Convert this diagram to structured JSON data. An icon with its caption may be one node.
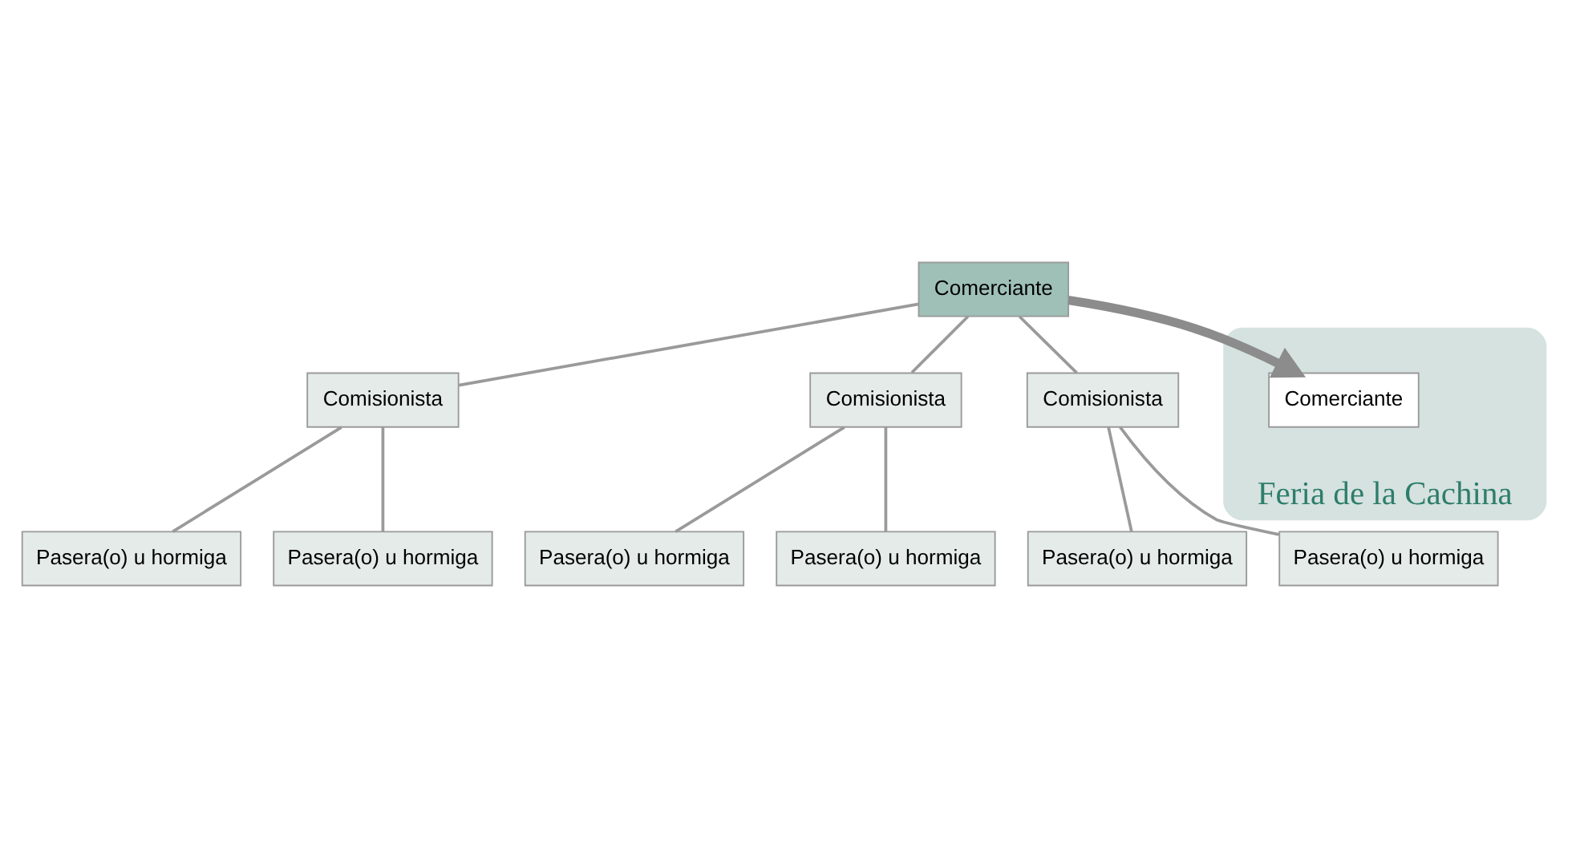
{
  "diagram": {
    "nodes": [
      {
        "text": [
          "Comerciante"
        ]
      },
      {
        "text": [
          "Comisionista"
        ]
      },
      {
        "text": [
          "Pasera(o) u hormiga"
        ]
      },
      {
        "text": [
          "Pasera(o) u hormiga"
        ]
      },
      {
        "text": [
          "Comisionista"
        ]
      },
      {
        "text": [
          "Pasera(o) u hormiga"
        ]
      },
      {
        "text": [
          "Pasera(o) u hormiga"
        ]
      },
      {
        "text": [
          "Comisionista"
        ]
      },
      {
        "text": [
          "Pasera(o) u hormiga"
        ]
      },
      {
        "text": [
          "Pasera(o) u hormiga"
        ]
      },
      {
        "text": [
          "Feria de la Cachina"
        ]
      },
      {
        "text": [
          "Comerciante"
        ],
        "in": 10
      }
    ],
    "edges": [
      {
        "from": 0,
        "to": 1,
        "arrow": "none"
      },
      {
        "from": 0,
        "to": 4,
        "arrow": "none"
      },
      {
        "from": 0,
        "to": 7,
        "arrow": "none"
      },
      {
        "from": 1,
        "to": 2,
        "arrow": "none"
      },
      {
        "from": 1,
        "to": 3,
        "arrow": "none"
      },
      {
        "from": 4,
        "to": 5,
        "arrow": "none"
      },
      {
        "from": 4,
        "to": 6,
        "arrow": "none"
      },
      {
        "from": 7,
        "to": 8,
        "arrow": "none"
      },
      {
        "from": 7,
        "to": 9,
        "arrow": "none"
      },
      {
        "from": 0,
        "to": 11,
        "arrow": "to",
        "style": "thick",
        "color": "#8c8c8c"
      }
    ]
  }
}
